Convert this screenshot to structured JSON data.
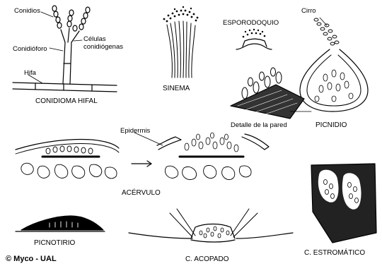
{
  "colors": {
    "ink": "#000000",
    "paper": "#ffffff"
  },
  "labels": {
    "conidios": "Conidios",
    "celulas_line1": "Células",
    "celulas_line2": "conidiógenas",
    "conidioforo": "Conidióforo",
    "hifa": "Hifa",
    "conidioma_hifal": "CONIDIOMA HIFAL",
    "sinema": "SINEMA",
    "esporodoquio": "ESPORODOQUIO",
    "cirro": "Cirro",
    "detalle_pared": "Detalle de la pared",
    "picnidio": "PICNIDIO",
    "epidermis": "Epidermis",
    "acervulo": "ACÉRVULO",
    "picnotirio": "PICNOTIRIO",
    "c_acopado": "C. ACOPADO",
    "c_estromatico": "C. ESTROMÁTICO",
    "credit": "© Myco - UAL"
  }
}
